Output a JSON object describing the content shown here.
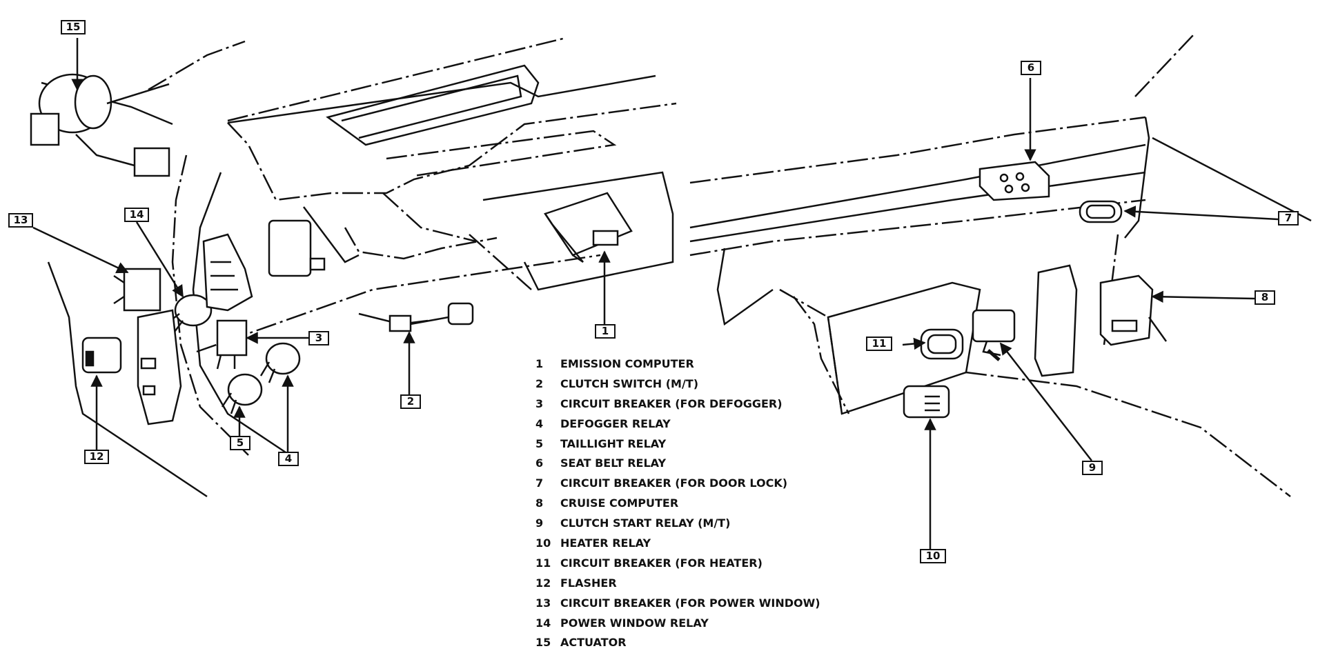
{
  "callouts": {
    "c1": "1",
    "c2": "2",
    "c3": "3",
    "c4": "4",
    "c5": "5",
    "c6": "6",
    "c7": "7",
    "c8": "8",
    "c9": "9",
    "c10": "10",
    "c11": "11",
    "c12": "12",
    "c13": "13",
    "c14": "14",
    "c15": "15"
  },
  "legend": [
    {
      "num": "1",
      "label": "EMISSION COMPUTER"
    },
    {
      "num": "2",
      "label": "CLUTCH SWITCH (M/T)"
    },
    {
      "num": "3",
      "label": "CIRCUIT BREAKER (FOR DEFOGGER)"
    },
    {
      "num": "4",
      "label": "DEFOGGER RELAY"
    },
    {
      "num": "5",
      "label": "TAILLIGHT RELAY"
    },
    {
      "num": "6",
      "label": "SEAT BELT RELAY"
    },
    {
      "num": "7",
      "label": "CIRCUIT BREAKER (FOR DOOR LOCK)"
    },
    {
      "num": "8",
      "label": "CRUISE COMPUTER"
    },
    {
      "num": "9",
      "label": "CLUTCH START RELAY (M/T)"
    },
    {
      "num": "10",
      "label": "HEATER RELAY"
    },
    {
      "num": "11",
      "label": "CIRCUIT BREAKER (FOR HEATER)"
    },
    {
      "num": "12",
      "label": "FLASHER"
    },
    {
      "num": "13",
      "label": "CIRCUIT BREAKER (FOR POWER WINDOW)"
    },
    {
      "num": "14",
      "label": "POWER WINDOW RELAY"
    },
    {
      "num": "15",
      "label": "ACTUATOR"
    }
  ]
}
